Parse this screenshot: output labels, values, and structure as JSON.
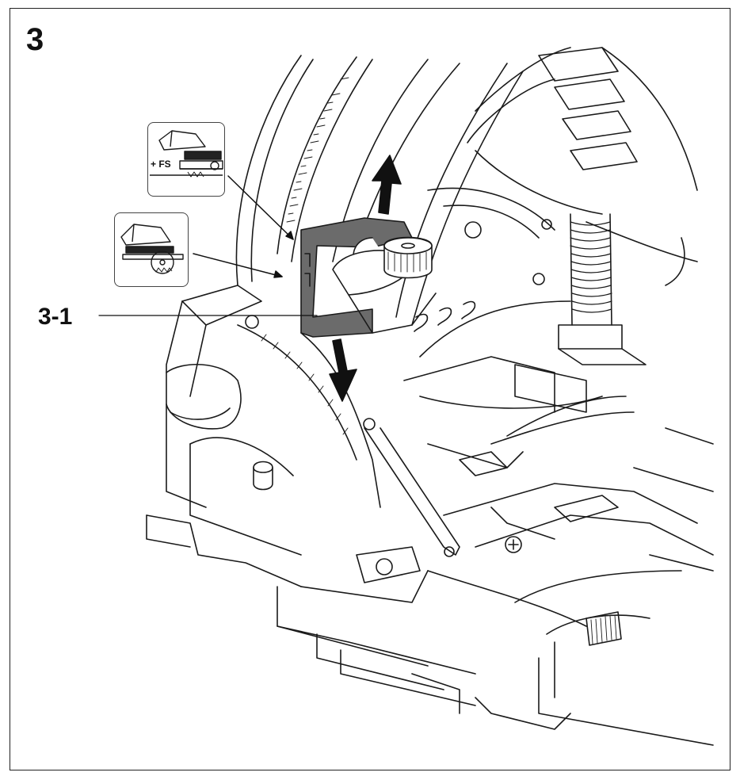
{
  "figure": {
    "number": "3",
    "callout_label": "3-1",
    "inset_top_label": "+ FS"
  },
  "colors": {
    "line": "#1a1a1a",
    "highlight_part": "#6b6b6b",
    "arrow": "#111111",
    "background": "#ffffff"
  }
}
